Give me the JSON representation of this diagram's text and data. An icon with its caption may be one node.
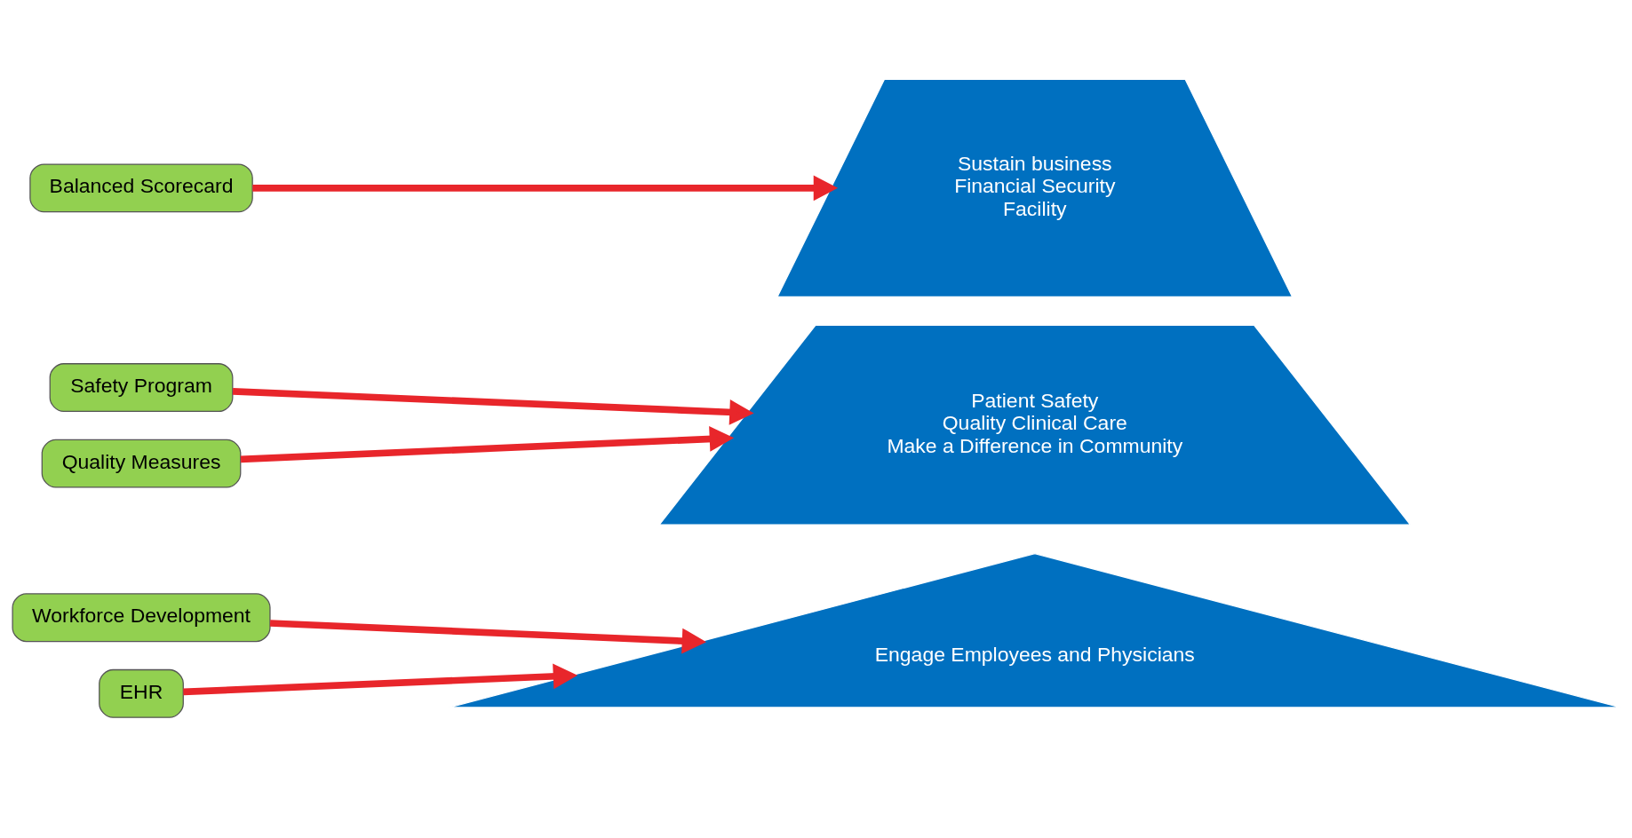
{
  "diagram": {
    "nodes": [
      {
        "text": [
          "Workforce Development"
        ]
      },
      {
        "text": [
          "EHR"
        ]
      },
      {
        "text": [
          "Safety Program"
        ]
      },
      {
        "text": [
          "Quality Measures"
        ]
      },
      {
        "text": [
          "Balanced Scorecard"
        ]
      },
      {
        "text": [
          "Engage Employees and Physicians"
        ]
      },
      {
        "text": [
          "Patient Safety",
          "Quality Clinical Care",
          "Make a Difference in Community"
        ]
      },
      {
        "text": [
          "Sustain business",
          "Financial Security",
          "Facility"
        ]
      }
    ],
    "edges": [
      {
        "from": 0,
        "to": 5,
        "arrow": "to"
      },
      {
        "from": 1,
        "to": 5,
        "arrow": "to"
      },
      {
        "from": 2,
        "to": 6,
        "arrow": "to"
      },
      {
        "from": 3,
        "to": 6,
        "arrow": "to"
      },
      {
        "from": 4,
        "to": 7,
        "arrow": "to"
      }
    ]
  }
}
